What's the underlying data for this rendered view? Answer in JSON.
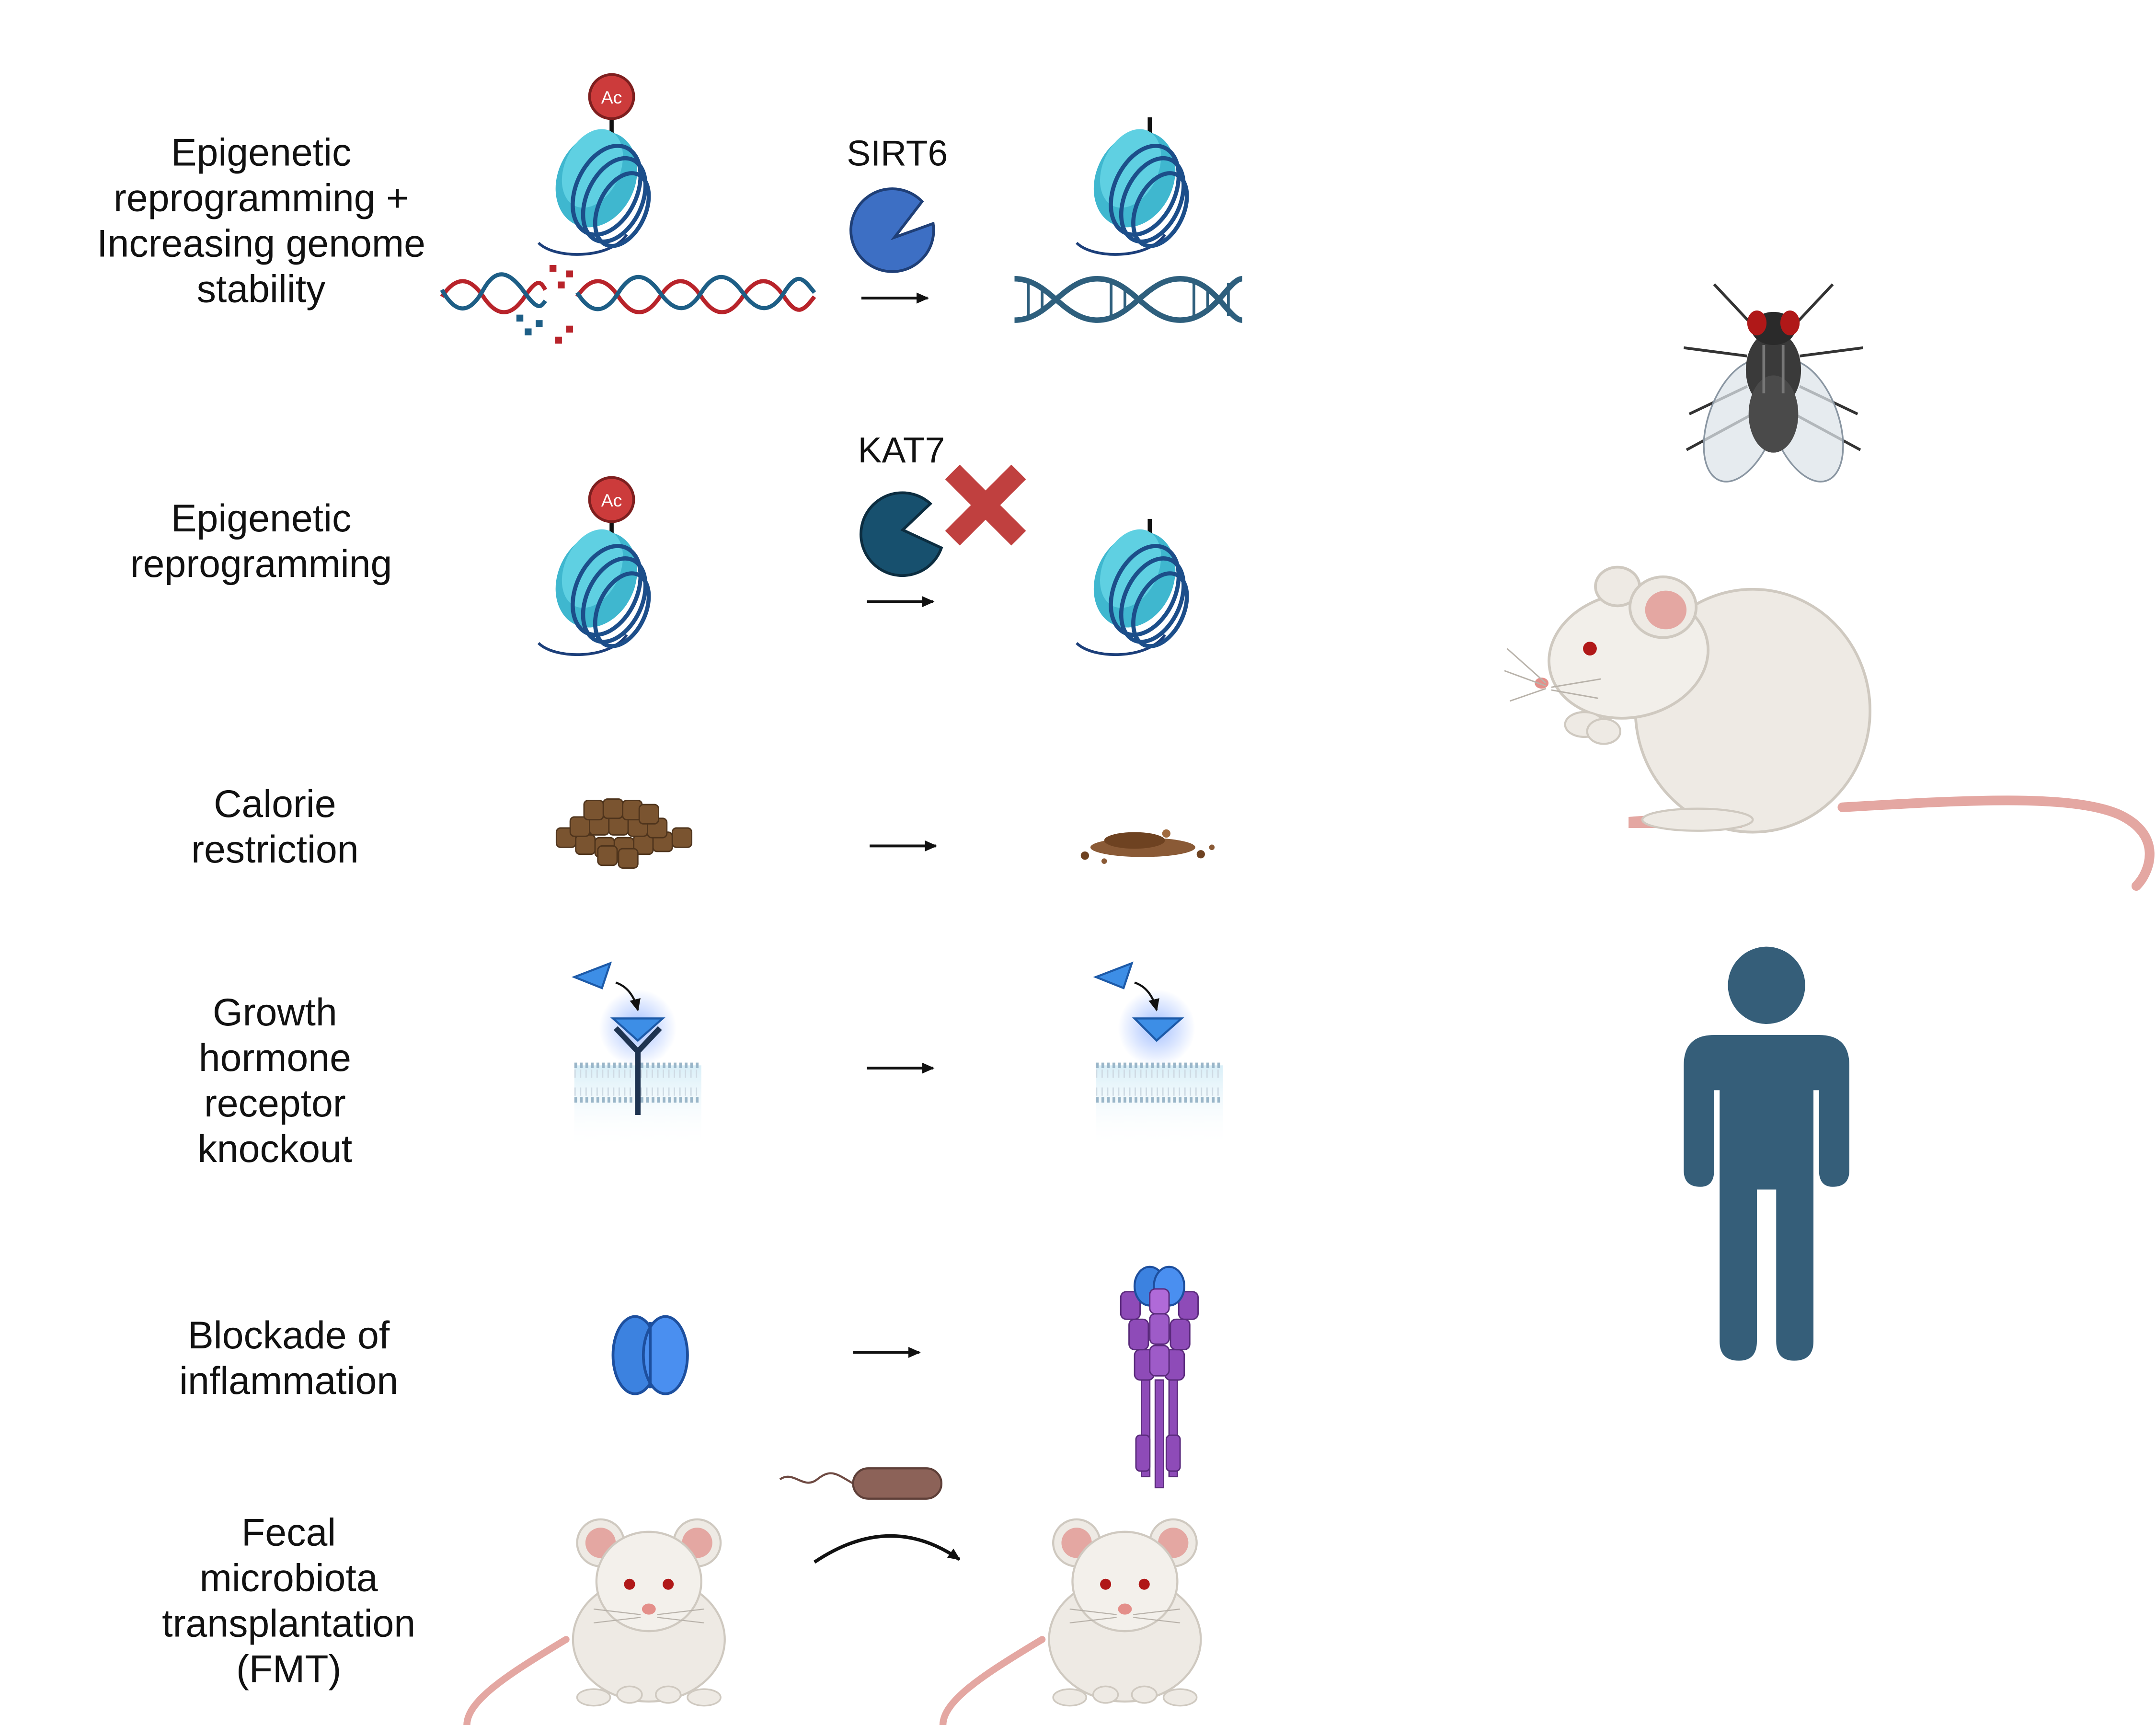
{
  "rows": [
    {
      "label_lines": [
        "Epigenetic",
        "reprogramming +",
        "Increasing genome",
        "stability"
      ],
      "protein": "SIRT6",
      "mark": "Ac"
    },
    {
      "label_lines": [
        "Epigenetic",
        "reprogramming"
      ],
      "protein": "KAT7",
      "mark": "Ac"
    },
    {
      "label_lines": [
        "Calorie",
        "restriction"
      ]
    },
    {
      "label_lines": [
        "Growth",
        "hormone",
        "receptor",
        "knockout"
      ]
    },
    {
      "label_lines": [
        "Blockade of",
        "inflammation"
      ]
    },
    {
      "label_lines": [
        "Fecal",
        "microbiota",
        "transplantation",
        "(FMT)"
      ]
    }
  ],
  "colors": {
    "nucleosome": "#3fb7cf",
    "nucleosome_dark": "#1c4e8a",
    "acetyl": "#cc3b3b",
    "sirt6": "#3d6fc4",
    "kat7": "#17506e",
    "x_mark": "#c0403f",
    "dna_red": "#b8232a",
    "dna_blue": "#1d5e86",
    "dna_repaired": "#2e5f7d",
    "food": "#7a5430",
    "receptor": "#1e3350",
    "ligand": "#3d8ee6",
    "antibody_blue": "#3c82e0",
    "antibody_purple": "#8e4bb8",
    "bacterium": "#8c6258",
    "mouse": "#eeeae4",
    "mouse_pink": "#e4a7a2",
    "human": "#355e79",
    "fly": "#4a4a4a"
  },
  "icons": [
    "nucleosome-icon",
    "acetyl-icon",
    "sirt6-enzyme-icon",
    "kat7-enzyme-icon",
    "x-mark-icon",
    "damaged-dna-icon",
    "repaired-dna-icon",
    "food-pellets-icon",
    "food-crumbs-icon",
    "receptor-icon",
    "ligand-icon",
    "membrane-icon",
    "antibody-icon",
    "bacterium-icon",
    "mouse-icon",
    "rat-icon",
    "fly-icon",
    "human-icon",
    "arrow-icon"
  ]
}
